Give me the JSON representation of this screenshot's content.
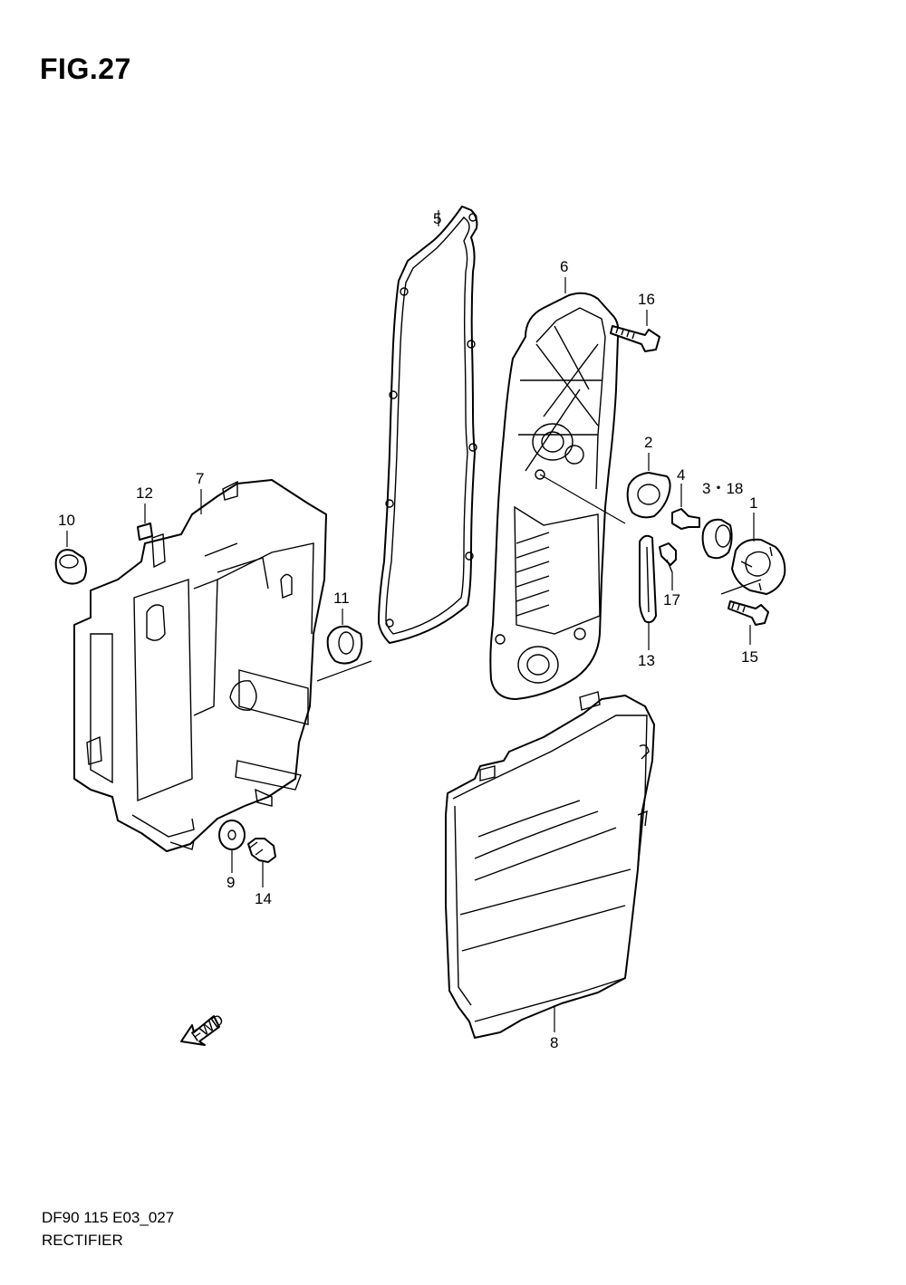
{
  "figure": {
    "title": "FIG.27",
    "code": "DF90 115 E03_027",
    "name": "RECTIFIER"
  },
  "fwd_label": "FWD",
  "callouts": [
    {
      "id": "c1",
      "text": "1"
    },
    {
      "id": "c2",
      "text": "2"
    },
    {
      "id": "c318",
      "text": "3・18"
    },
    {
      "id": "c4",
      "text": "4"
    },
    {
      "id": "c5",
      "text": "5"
    },
    {
      "id": "c6",
      "text": "6"
    },
    {
      "id": "c7",
      "text": "7"
    },
    {
      "id": "c8",
      "text": "8"
    },
    {
      "id": "c9",
      "text": "9"
    },
    {
      "id": "c10",
      "text": "10"
    },
    {
      "id": "c11",
      "text": "11"
    },
    {
      "id": "c12",
      "text": "12"
    },
    {
      "id": "c13",
      "text": "13"
    },
    {
      "id": "c14",
      "text": "14"
    },
    {
      "id": "c15",
      "text": "15"
    },
    {
      "id": "c16",
      "text": "16"
    },
    {
      "id": "c17",
      "text": "17"
    }
  ]
}
